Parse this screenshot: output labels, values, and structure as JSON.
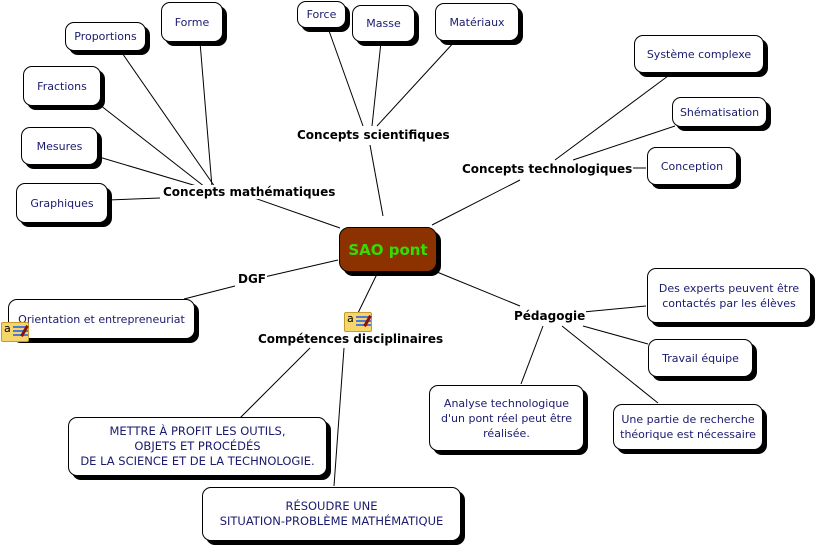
{
  "root": {
    "label": "SAO pont",
    "fill": "#8b3200",
    "text_color": "#33dd00"
  },
  "branches": {
    "math": {
      "label": "Concepts mathématiques",
      "children": [
        "Forme",
        "Proportions",
        "Fractions",
        "Mesures",
        "Graphiques"
      ]
    },
    "sci": {
      "label": "Concepts scientifiques",
      "children": [
        "Force",
        "Masse",
        "Matériaux"
      ]
    },
    "tech": {
      "label": "Concepts technologiques",
      "children": [
        "Système complexe",
        "Shématisation",
        "Conception"
      ]
    },
    "dgf": {
      "label": "DGF",
      "children": [
        "Orientation et entrepreneuriat"
      ]
    },
    "comp": {
      "label": "Compétences disciplinaires",
      "children": [
        "METTRE À PROFIT LES OUTILS,\nOBJETS ET PROCÉDÉS\nDE LA SCIENCE ET DE LA TECHNOLOGIE.",
        "RÉSOUDRE UNE\nSITUATION-PROBLÈME MATHÉMATIQUE"
      ]
    },
    "peda": {
      "label": "Pédagogie",
      "children": [
        "Des experts peuvent être\ncontactés par les élèves",
        "Travail équipe",
        "Une partie de recherche\nthéorique est nécessaire",
        "Analyse technologique\nd'un pont réel peut être\nréalisée."
      ]
    }
  },
  "note_icons": [
    "note-icon",
    "note-icon"
  ],
  "colors": {
    "node_text": "#1a1a6e",
    "line": "#000000"
  }
}
